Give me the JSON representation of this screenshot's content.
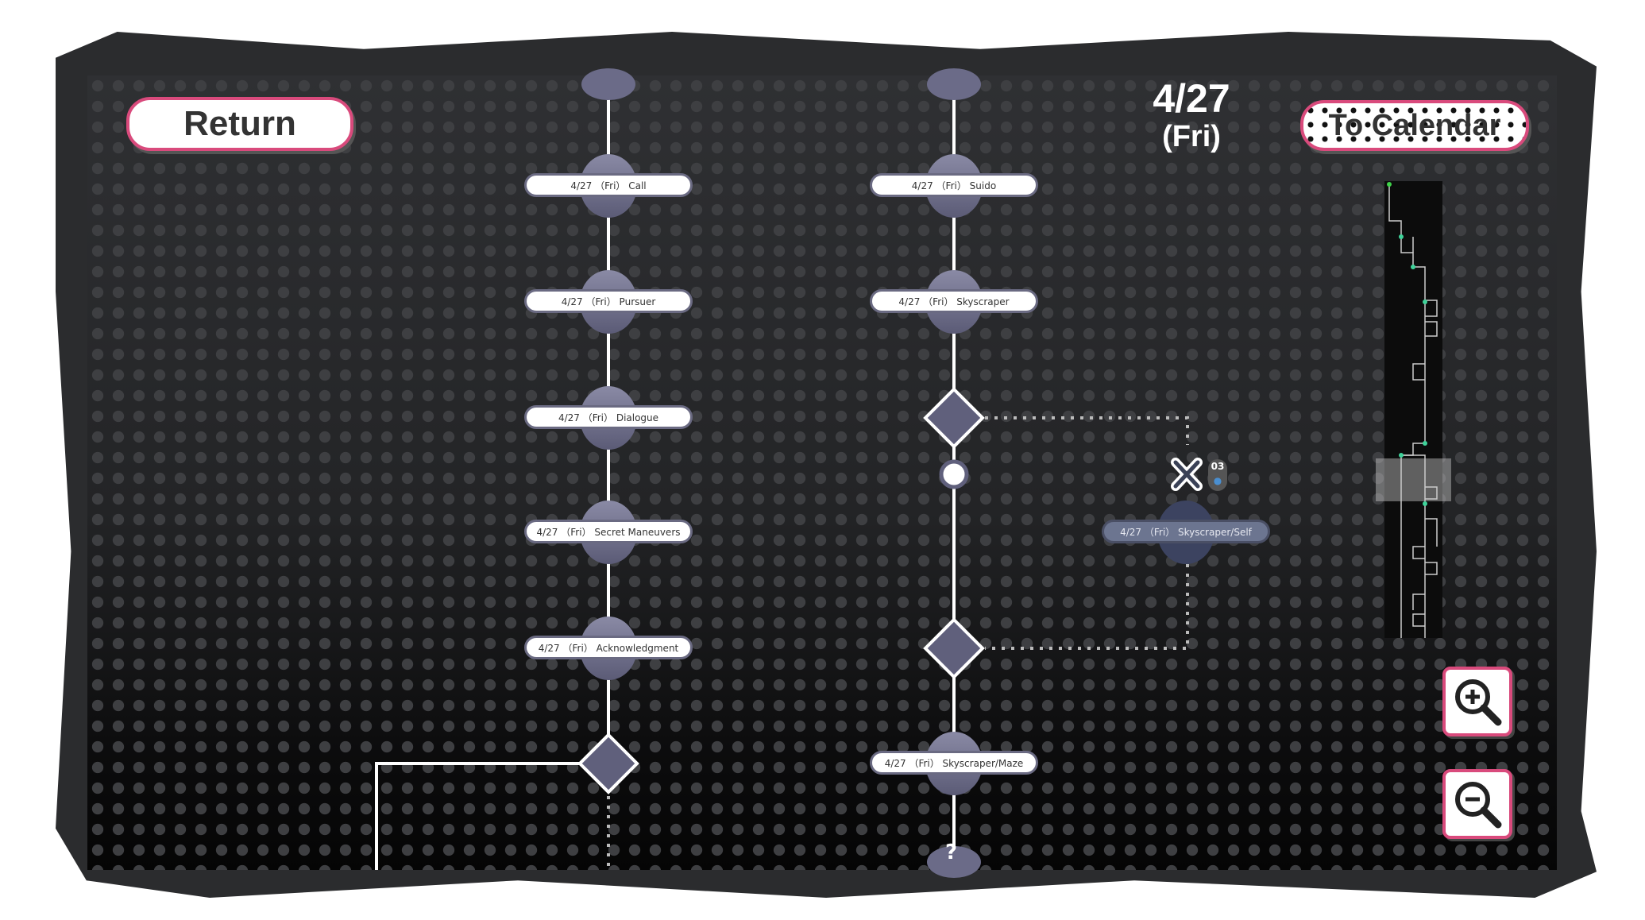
{
  "header": {
    "return_label": "Return",
    "date": "4/27",
    "weekday": "(Fri)",
    "calendar_label": "To Calendar"
  },
  "flowchart": {
    "left_column": [
      {
        "label": "4/27 （Fri） Call"
      },
      {
        "label": "4/27 （Fri） Pursuer"
      },
      {
        "label": "4/27 （Fri） Dialogue"
      },
      {
        "label": "4/27 （Fri） Secret Maneuvers"
      },
      {
        "label": "4/27 （Fri） Acknowledgment"
      }
    ],
    "right_column": [
      {
        "label": "4/27 （Fri） Suido"
      },
      {
        "label": "4/27 （Fri） Skyscraper"
      },
      {
        "label": "4/27 （Fri） Skyscraper/Maze"
      }
    ],
    "locked_node": {
      "label": "4/27 （Fri） Skyscraper/Self",
      "lock_count": "03"
    },
    "unknown_node": "?"
  },
  "colors": {
    "accent": "#d94a7c",
    "node": "#6b6b88",
    "minimap_marker": "#3fd39a"
  }
}
